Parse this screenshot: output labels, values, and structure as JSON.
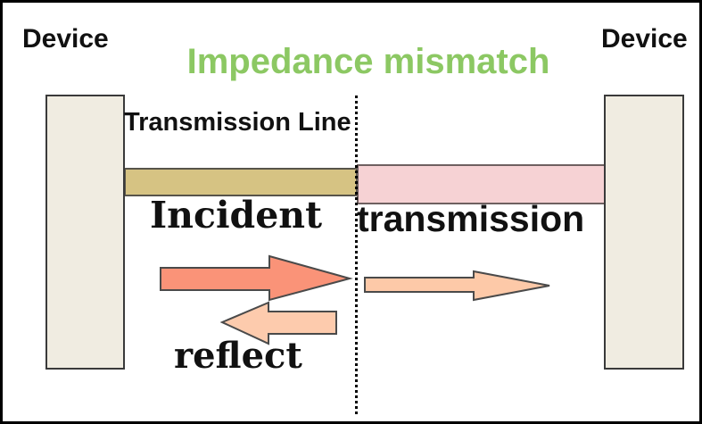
{
  "title": {
    "label": "Impedance mismatch",
    "color": "#8cc863"
  },
  "device_left": {
    "label": "Device"
  },
  "device_right": {
    "label": "Device"
  },
  "transmission_line": {
    "label": "Transmission Line"
  },
  "flows": {
    "incident": {
      "label": "Incident",
      "arrow_icon": "incident-right-arrow",
      "arrow_color": "#fa9378"
    },
    "transmission": {
      "label": "transmission",
      "arrow_icon": "transmission-right-arrow",
      "arrow_color": "#fdc9a8"
    },
    "reflect": {
      "label": "reflect",
      "arrow_icon": "reflect-left-arrow",
      "arrow_color": "#fdcbad"
    }
  },
  "colors": {
    "device_fill": "#f0ece1",
    "device_border": "#3a3a3a",
    "line_left_fill": "#d6c383",
    "line_right_fill": "#f6d2d4",
    "arrow_outline": "#4a4a4a",
    "boundary_dot_color": "#000000",
    "text_color": "#111111",
    "background": "#ffffff"
  }
}
